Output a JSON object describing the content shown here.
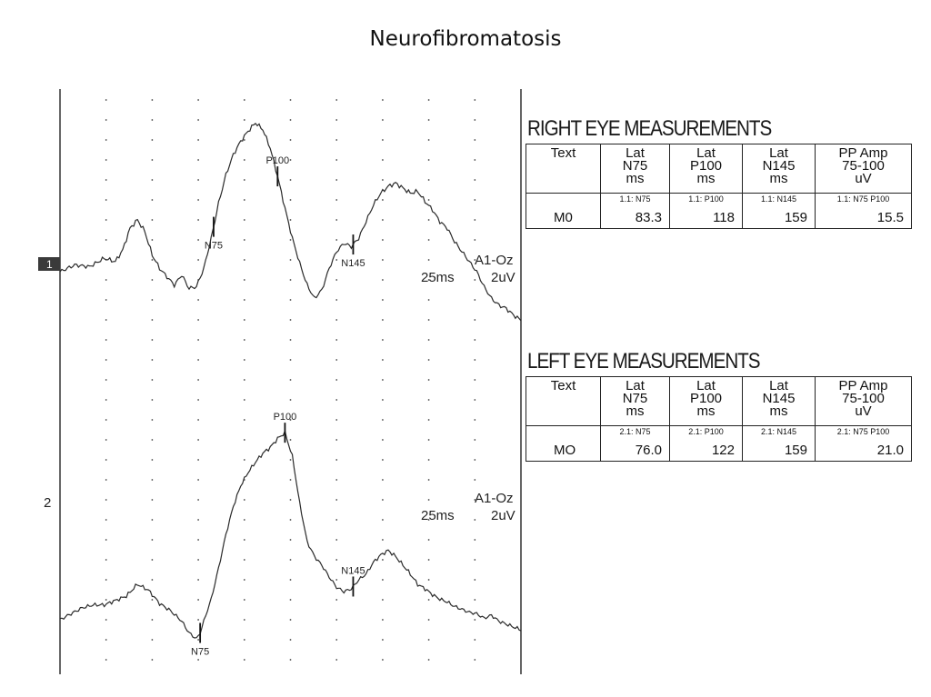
{
  "title": "Neurofibromatosis",
  "chart_data": [
    {
      "type": "line",
      "channel_label": "1",
      "xlabel": "",
      "ylabel": "",
      "timebase": "25ms",
      "montage": "A1-Oz",
      "sensitivity": "2uV",
      "series": [
        {
          "x": [
            0,
            8,
            16,
            24,
            30,
            34,
            38,
            42,
            46,
            50,
            54,
            58,
            62,
            66,
            70,
            74,
            78,
            82,
            86,
            90,
            94,
            98,
            102,
            106,
            110,
            114,
            118,
            122,
            126,
            130,
            134,
            138,
            142,
            146,
            150,
            154,
            158,
            162,
            166,
            170,
            174,
            178,
            182,
            186,
            190,
            194,
            198,
            202,
            206,
            210,
            214,
            218,
            222,
            226,
            230,
            234,
            238,
            242,
            246,
            250
          ],
          "y": [
            0.6,
            1.0,
            0.9,
            1.4,
            1.2,
            1.9,
            3.2,
            3.7,
            3.0,
            1.6,
            0.8,
            0.3,
            -0.2,
            0.4,
            -0.4,
            -0.3,
            0.8,
            2.6,
            4.7,
            6.4,
            7.6,
            8.4,
            9.0,
            9.5,
            9.1,
            8.0,
            6.3,
            4.4,
            2.6,
            1.1,
            -0.2,
            -1.0,
            -0.5,
            0.8,
            1.8,
            2.3,
            2.1,
            2.6,
            3.6,
            4.6,
            5.3,
            5.7,
            5.9,
            5.6,
            5.3,
            5.4,
            4.8,
            4.3,
            3.6,
            3.2,
            2.4,
            1.8,
            1.2,
            0.6,
            -0.3,
            -1.0,
            -1.4,
            -1.6,
            -2.0,
            -2.3
          ]
        }
      ],
      "markers": [
        {
          "label": "N75",
          "x": 83.3
        },
        {
          "label": "P100",
          "x": 118
        },
        {
          "label": "N145",
          "x": 159
        }
      ]
    },
    {
      "type": "line",
      "channel_label": "2",
      "xlabel": "",
      "ylabel": "",
      "timebase": "25ms",
      "montage": "A1-Oz",
      "sensitivity": "2uV",
      "series": [
        {
          "x": [
            0,
            6,
            12,
            18,
            24,
            30,
            36,
            42,
            48,
            54,
            60,
            66,
            70,
            74,
            76,
            78,
            82,
            86,
            90,
            94,
            98,
            102,
            106,
            110,
            114,
            118,
            122,
            126,
            130,
            134,
            138,
            142,
            146,
            150,
            154,
            158,
            162,
            166,
            170,
            174,
            178,
            182,
            186,
            190,
            194,
            198,
            202,
            206,
            210,
            214,
            218,
            222,
            226,
            230,
            234,
            238,
            242,
            246,
            250
          ],
          "y": [
            0.5,
            0.9,
            1.3,
            1.5,
            1.5,
            1.8,
            2.1,
            2.9,
            2.5,
            1.6,
            1.1,
            0.4,
            -0.4,
            -0.8,
            -0.4,
            0.4,
            1.9,
            4.0,
            6.3,
            8.2,
            9.6,
            10.5,
            11.2,
            11.8,
            12.2,
            12.8,
            13.2,
            11.6,
            8.4,
            5.8,
            4.8,
            4.2,
            3.4,
            2.7,
            2.4,
            2.6,
            3.2,
            3.6,
            4.4,
            4.9,
            5.2,
            4.8,
            4.2,
            3.6,
            2.9,
            2.6,
            2.2,
            1.9,
            1.7,
            1.4,
            1.2,
            1.0,
            0.9,
            0.6,
            0.8,
            0.4,
            0.2,
            0.0,
            -0.2
          ]
        }
      ],
      "markers": [
        {
          "label": "N75",
          "x": 76.0
        },
        {
          "label": "P100",
          "x": 122
        },
        {
          "label": "N145",
          "x": 159
        }
      ]
    }
  ],
  "right_eye": {
    "title": "RIGHT EYE MEASUREMENTS",
    "headers": [
      [
        "Text"
      ],
      [
        "Lat",
        "N75",
        "ms"
      ],
      [
        "Lat",
        "P100",
        "ms"
      ],
      [
        "Lat",
        "N145",
        "ms"
      ],
      [
        "PP Amp",
        "75-100",
        "uV"
      ]
    ],
    "row": {
      "label": "M0",
      "subs": [
        "1.1: N75",
        "1.1: P100",
        "1.1: N145",
        "1.1: N75 P100"
      ],
      "values": [
        "83.3",
        "118",
        "159",
        "15.5"
      ]
    }
  },
  "left_eye": {
    "title": "LEFT EYE MEASUREMENTS",
    "headers": [
      [
        "Text"
      ],
      [
        "Lat",
        "N75",
        "ms"
      ],
      [
        "Lat",
        "P100",
        "ms"
      ],
      [
        "Lat",
        "N145",
        "ms"
      ],
      [
        "PP Amp",
        "75-100",
        "uV"
      ]
    ],
    "row": {
      "label": "MO",
      "subs": [
        "2.1: N75",
        "2.1: P100",
        "2.1: N145",
        "2.1: N75 P100"
      ],
      "values": [
        "76.0",
        "122",
        "159",
        "21.0"
      ]
    }
  }
}
